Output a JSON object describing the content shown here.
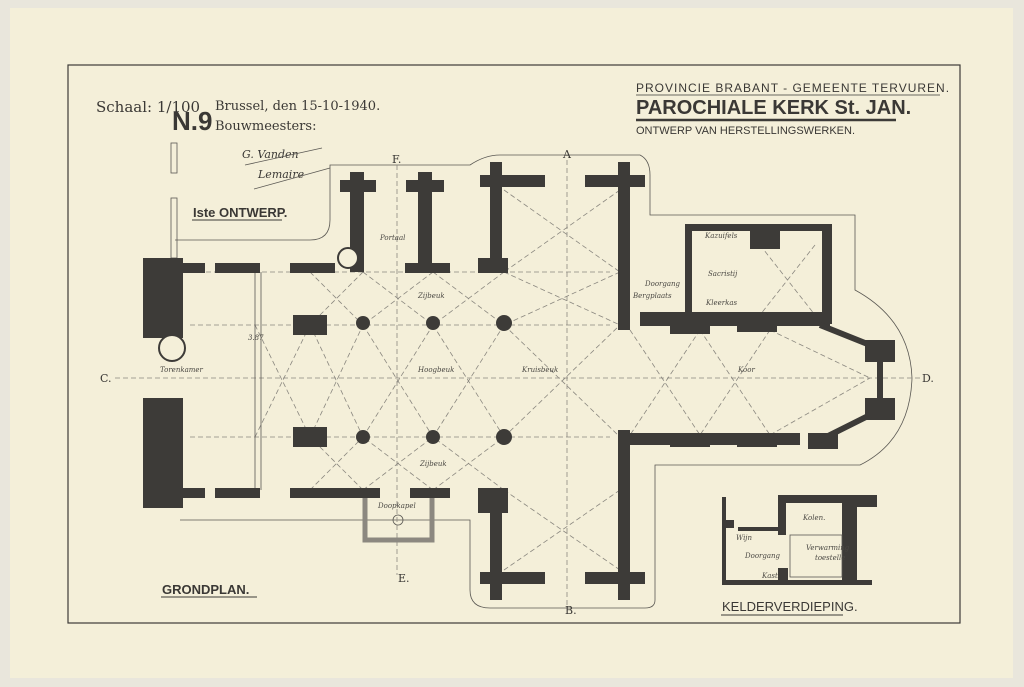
{
  "header_left": {
    "scale": "Schaal: 1/100",
    "number": "N.9",
    "place_date": "Brussel, den 15-10-1940.",
    "architects_label": "Bouwmeesters:",
    "design_label": "Iste ONTWERP."
  },
  "header_right": {
    "province": "PROVINCIE BRABANT - GEMEENTE TERVUREN.",
    "title": "PAROCHIALE KERK St. JAN.",
    "subtitle": "ONTWERP VAN HERSTELLINGSWERKEN."
  },
  "signatures": [
    "G. Vanden",
    "Lemaire"
  ],
  "plan": {
    "title": "GRONDPLAN.",
    "section_marks": {
      "a": "A",
      "b": "B.",
      "c": "C.",
      "d": "D.",
      "e": "E.",
      "f": "F."
    },
    "rooms": {
      "portaal": "Portaal",
      "zijbeuk_north": "Zijbeuk",
      "zijbeuk_south": "Zijbeuk",
      "hoogbeuk": "Hoogbeuk",
      "kruisbeuk": "Kruisbeuk",
      "koor": "Koor",
      "sacristij": "Sacristij",
      "kazuifels": "Kazuifels",
      "kleerkas": "Kleerkas",
      "doorgang": "Doorgang",
      "bergplaats": "Bergplaats",
      "torenkamer": "Torenkamer",
      "doopkapel": "Doopkapel",
      "dimension": "3.87"
    }
  },
  "basement": {
    "title": "KELDERVERDIEPING.",
    "rooms": {
      "kolen": "Kolen.",
      "doorgang": "Doorgang",
      "verwarming": "Verwarming",
      "toestel": "toestelle",
      "wijn": "Wijn",
      "kast": "Kast"
    }
  },
  "colors": {
    "paper": "#f4efd9",
    "ink": "#3d3b38"
  }
}
